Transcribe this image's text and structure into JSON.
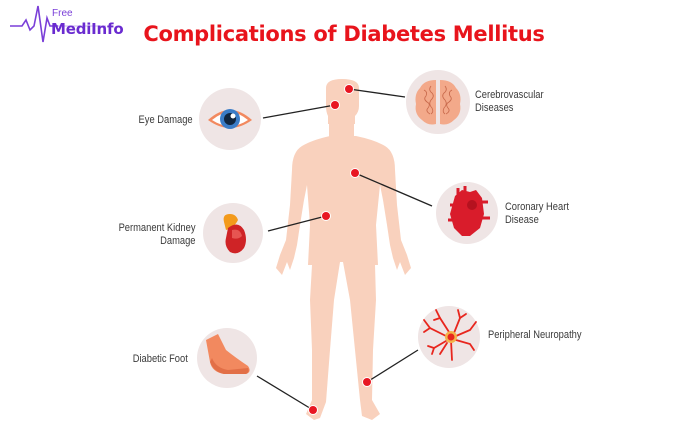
{
  "logo": {
    "line1": "Free",
    "line2": "MediInfo",
    "color": "#7a3fd8"
  },
  "title": "Complications of Diabetes Mellitus",
  "colors": {
    "title": "#e8141c",
    "skin": "#f9d1bd",
    "circle_bg": "#efe5e5",
    "marker": "#e81622",
    "connector": "#222222",
    "label_text": "#3a3a3a"
  },
  "complications": [
    {
      "id": "eye",
      "label_line1": "Eye Damage",
      "label_line2": "",
      "icon": "eye-icon",
      "side": "left"
    },
    {
      "id": "brain",
      "label_line1": "Cerebrovascular",
      "label_line2": "Diseases",
      "icon": "brain-icon",
      "side": "right"
    },
    {
      "id": "heart",
      "label_line1": "Coronary Heart",
      "label_line2": "Disease",
      "icon": "heart-icon",
      "side": "right"
    },
    {
      "id": "kidney",
      "label_line1": "Permanent Kidney",
      "label_line2": "Damage",
      "icon": "kidney-icon",
      "side": "left"
    },
    {
      "id": "foot",
      "label_line1": "Diabetic Foot",
      "label_line2": "",
      "icon": "foot-icon",
      "side": "left"
    },
    {
      "id": "neuron",
      "label_line1": "Peripheral Neuropathy",
      "label_line2": "",
      "icon": "neuron-icon",
      "side": "right"
    }
  ]
}
